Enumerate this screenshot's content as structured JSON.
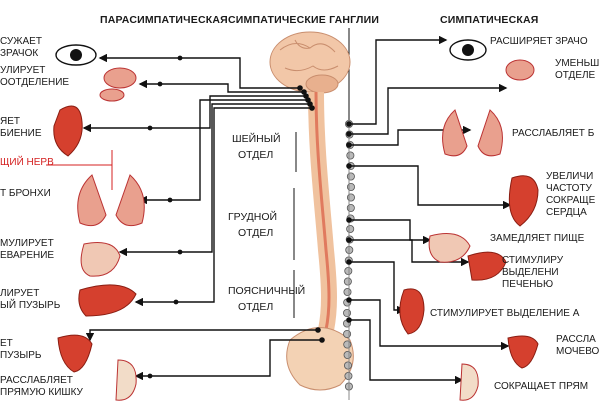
{
  "headers": {
    "left": "ПАРАСИМПАТИЧЕСКАЯ",
    "center": "СИМПАТИЧЕСКИЕ ГАНГЛИИ",
    "right": "СИМПАТИЧЕСКАЯ"
  },
  "spine_sections": {
    "cervical": [
      "ШЕЙНЫЙ",
      "ОТДЕЛ"
    ],
    "thoracic": [
      "ГРУДНОЙ",
      "ОТДЕЛ"
    ],
    "lumbar": [
      "ПОЯСНИЧНЫЙ",
      "ОТДЕЛ"
    ]
  },
  "nerve_label": "ЩИЙ НЕРВ",
  "left_labels": [
    [
      "СУЖАЕТ",
      "ЗРАЧОК"
    ],
    [
      "УЛИРУЕТ",
      "ООТДЕЛЕНИЕ"
    ],
    [
      "ЯЕТ",
      "БИЕНИЕ"
    ],
    [
      "Т БРОНХИ"
    ],
    [
      "МУЛИРУЕТ",
      "ЕВАРЕНИЕ"
    ],
    [
      "ЛИРУЕТ",
      "ЫЙ ПУЗЫРЬ"
    ],
    [
      "ЕТ",
      "ПУЗЫРЬ"
    ],
    [
      "РАССЛАБЛЯЕТ",
      "ПРЯМУЮ КИШКУ"
    ]
  ],
  "right_labels": [
    [
      "РАСШИРЯЕТ ЗРАЧО"
    ],
    [
      "УМЕНЬШ",
      "ОТДЕЛЕ"
    ],
    [
      "РАССЛАБЛЯЕТ Б"
    ],
    [
      "УВЕЛИЧИ",
      "ЧАСТОТУ",
      "СОКРАЩЕ",
      "СЕРДЦА"
    ],
    [
      "ЗАМЕДЛЯЕТ ПИЩЕ"
    ],
    [
      "СТИМУЛИРУ",
      "ВЫДЕЛЕНИ",
      "ПЕЧЕНЬЮ"
    ],
    [
      "СТИМУЛИРУЕТ ВЫДЕЛЕНИЕ А"
    ],
    [
      "РАССЛА",
      "МОЧЕВО"
    ],
    [
      "СОКРАЩАЕТ ПРЯМ"
    ]
  ],
  "colors": {
    "organ": "#d5402e",
    "organ_light": "#e9a08e",
    "brain": "#f2c7a8",
    "spine": "#f0c29e",
    "accent": "#d42020"
  }
}
